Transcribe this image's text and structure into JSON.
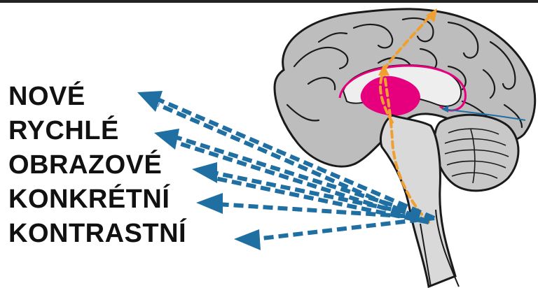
{
  "labels": [
    "NOVÉ",
    "RYCHLÉ",
    "OBRAZOVÉ",
    "KONKRÉTNÍ",
    "KONTRASTNÍ"
  ],
  "colors": {
    "blue_arrows": "#1f6fa3",
    "orange_path": "#f0a030",
    "limbic_pink": "#e6007e",
    "brain_gray": "#bdbdbd",
    "outline": "#1a1a1a"
  }
}
